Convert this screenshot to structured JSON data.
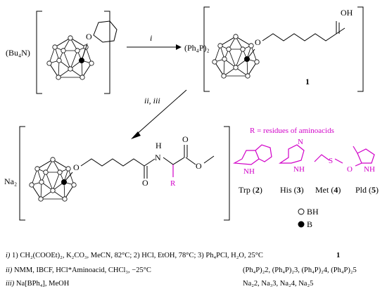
{
  "compounds": {
    "start_counterion": "(Bu₄N)",
    "product1_counterion": "(Ph₄P)₂",
    "product1_label": "1",
    "final_counterion": "Na₂"
  },
  "arrows": {
    "step1_label": "i",
    "step2_label": "ii, iii"
  },
  "atoms": {
    "oxygen": "O",
    "hydroxyl": "OH",
    "nitrogen_h": "H",
    "nitrogen": "N",
    "r_group": "R"
  },
  "legend": {
    "r_definition": "R = residues of aminoacids",
    "bh_label": "BH",
    "b_label": "B",
    "residues": [
      {
        "name": "Trp",
        "num": "2"
      },
      {
        "name": "His",
        "num": "3"
      },
      {
        "name": "Met",
        "num": "4"
      },
      {
        "name": "Pld",
        "num": "5"
      }
    ]
  },
  "residue_atoms": {
    "trp_nh": "NH",
    "his_n": "N",
    "his_nh": "NH",
    "met_s": "S",
    "pld_o": "O",
    "pld_nh": "NH"
  },
  "conditions": [
    {
      "roman": "i)",
      "text": " 1) CH₂(COOEt)₂, K₂CO₃, MeCN, 82°C; 2) HCl, EtOH, 78°C; 3) Ph₄PCl, H₂O, 25°C",
      "product": "1"
    },
    {
      "roman": "ii)",
      "text": " NMM, IBCF, HCl*Aminoacid, CHCl₃, −25°C",
      "product": "(Ph₄P)₂2, (Ph₄P)₂3, (Ph₄P)₂4, (Ph₄P)₂5"
    },
    {
      "roman": "iii)",
      "text": " Na[BPh₄], MeOH",
      "product": "Na₂2, Na₃3, Na₂4, Na₂5"
    }
  ]
}
